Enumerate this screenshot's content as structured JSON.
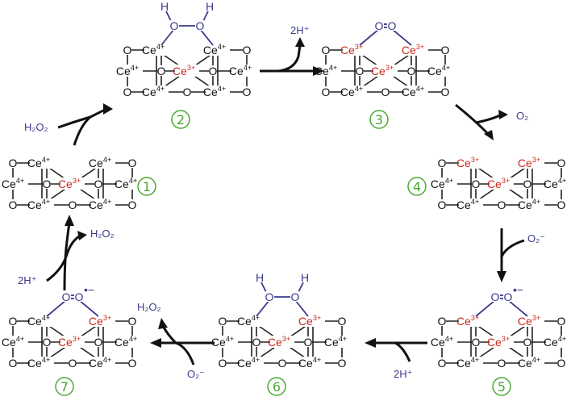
{
  "colors": {
    "ce4": "#111111",
    "ce3": "#c8281e",
    "oxygen_adsorbate": "#3a3a8c",
    "step_number": "#4aa832",
    "species": "#3a3a8c"
  },
  "atoms": {
    "o": "O",
    "h": "H",
    "ce": "Ce",
    "ce4_charge": "4+",
    "ce3_charge": "3+",
    "superoxide_charge": "•−"
  },
  "states": [
    {
      "id": "1",
      "label": "①",
      "adsorbate": "none",
      "top_left": "Ce4+",
      "top_right": "Ce4+",
      "center": "Ce3+"
    },
    {
      "id": "2",
      "label": "②",
      "adsorbate": "H2O2",
      "top_left": "Ce4+",
      "top_right": "Ce4+",
      "center": "Ce3+"
    },
    {
      "id": "3",
      "label": "③",
      "adsorbate": "O2",
      "top_left": "Ce3+",
      "top_right": "Ce3+",
      "center": "Ce3+"
    },
    {
      "id": "4",
      "label": "④",
      "adsorbate": "none",
      "top_left": "Ce3+",
      "top_right": "Ce3+",
      "center": "Ce3+"
    },
    {
      "id": "5",
      "label": "⑤",
      "adsorbate": "O2-",
      "top_left": "Ce3+",
      "top_right": "Ce3+",
      "center": "Ce3+"
    },
    {
      "id": "6",
      "label": "⑥",
      "adsorbate": "H2O2",
      "top_left": "Ce4+",
      "top_right": "Ce3+",
      "center": "Ce3+"
    },
    {
      "id": "7",
      "label": "⑦",
      "adsorbate": "O2-",
      "top_left": "Ce4+",
      "top_right": "Ce3+",
      "center": "Ce3+"
    }
  ],
  "species": {
    "h2o2_in": "H₂O₂",
    "h_out": "2H⁺",
    "o2_out": "O₂",
    "o2minus_in_right": "O₂⁻",
    "h_in_bottom": "2H⁺",
    "h2o2_out_bottom": "H₂O₂",
    "o2minus_in_bottom": "O₂⁻",
    "h_in_left": "2H⁺",
    "h2o2_out_left": "H₂O₂"
  }
}
